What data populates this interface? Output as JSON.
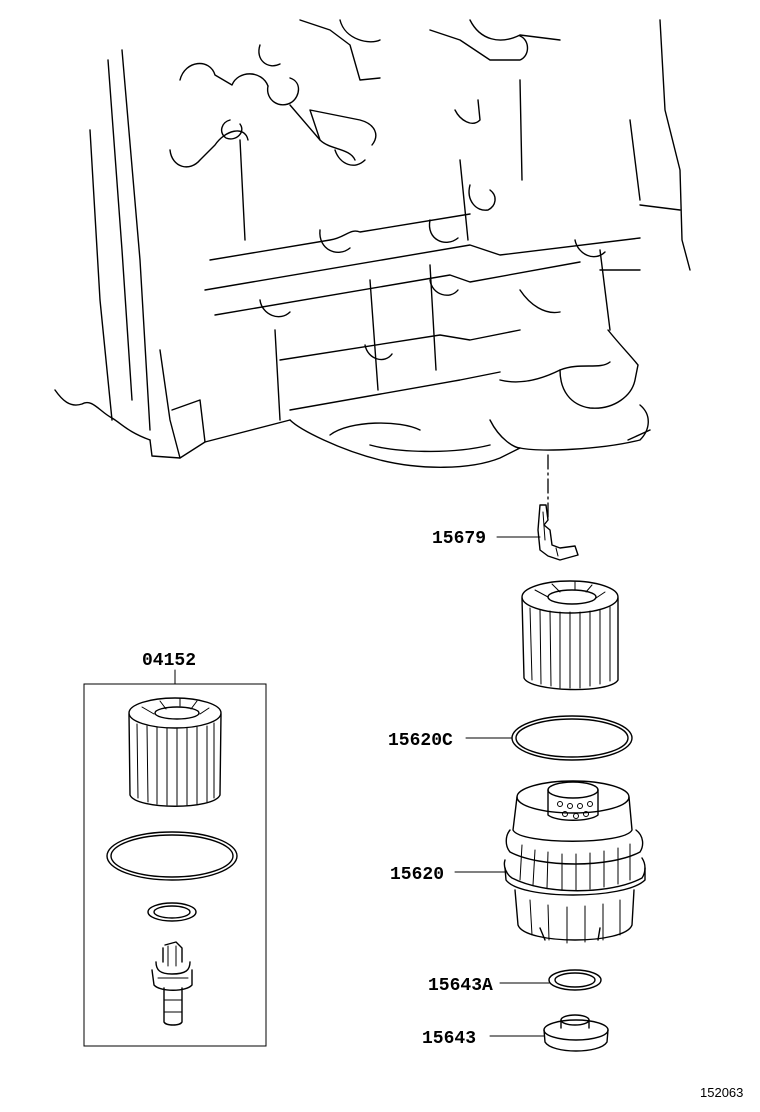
{
  "parts": {
    "p15679": "15679",
    "p04152": "04152",
    "p15620C": "15620C",
    "p15620": "15620",
    "p15643A": "15643A",
    "p15643": "15643"
  },
  "figure_number": "152063"
}
